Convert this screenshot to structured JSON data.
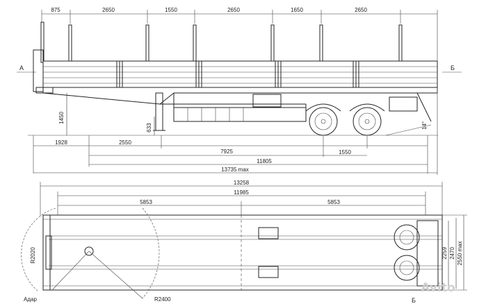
{
  "side_view": {
    "section_left": "А",
    "section_right": "Б",
    "top_dims": [
      "875",
      "2650",
      "1550",
      "2650",
      "1650",
      "2650"
    ],
    "left_height": "1450",
    "leg_height": "633",
    "angle": "14°",
    "bottom_row1": [
      "1928",
      "2550",
      "1550"
    ],
    "bottom_7925": "7925",
    "bottom_11805": "11805",
    "bottom_13735": "13735 max"
  },
  "plan_view": {
    "total_length": "13258",
    "inner_length": "11985",
    "left_span": "5853",
    "right_span": "5853",
    "width_2259": "2259",
    "width_2470": "2470",
    "width_2550": "2550 max",
    "radius_front": "R2020",
    "radius_swing": "R2400",
    "section_mark": "Б",
    "side_label": "Адар"
  },
  "watermark": "Avito"
}
